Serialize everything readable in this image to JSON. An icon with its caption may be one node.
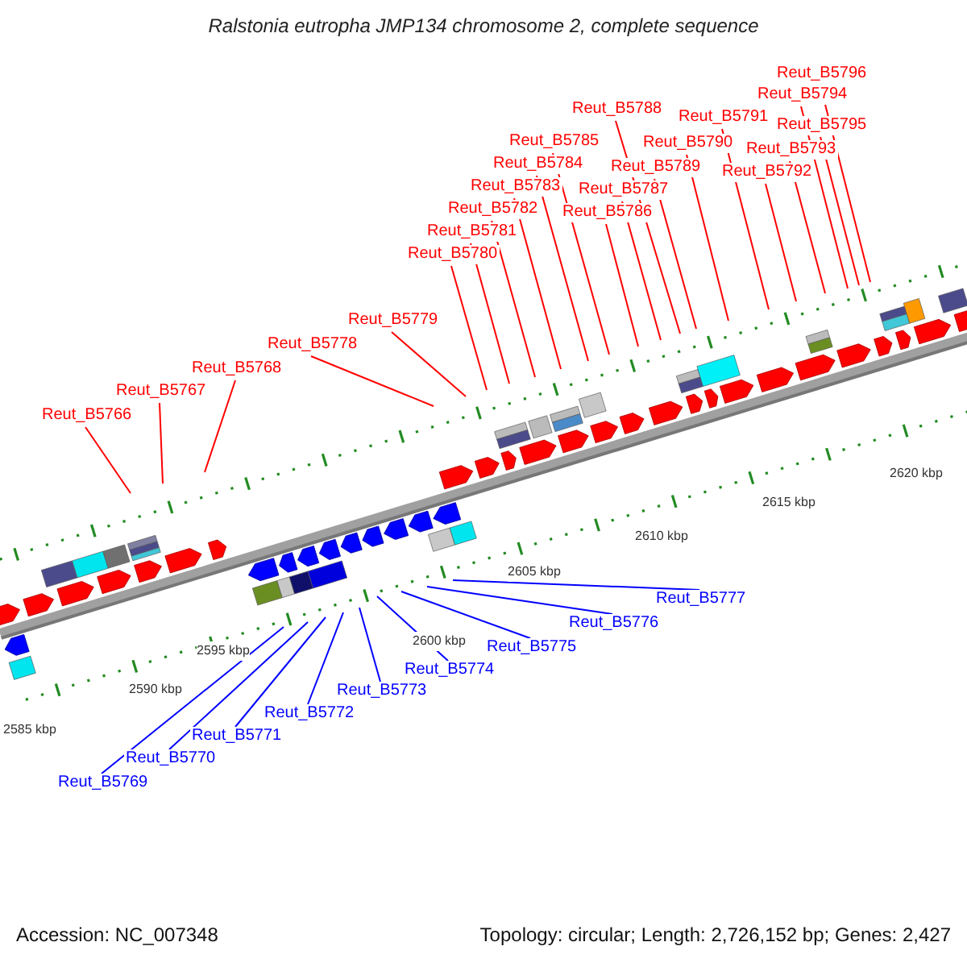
{
  "diagram": {
    "title": "Ralstonia eutropha JMP134 chromosome 2, complete sequence",
    "nodes": [
      {
        "text": [
          "Reut_B5766"
        ]
      },
      {
        "text": [
          "Reut_B5767"
        ]
      },
      {
        "text": [
          "Reut_B5768"
        ]
      },
      {
        "text": [
          "Reut_B5769"
        ]
      },
      {
        "text": [
          "Reut_B5770"
        ]
      },
      {
        "text": [
          "Reut_B5771"
        ]
      },
      {
        "text": [
          "Reut_B5772"
        ]
      },
      {
        "text": [
          "Reut_B5773"
        ]
      },
      {
        "text": [
          "Reut_B5774"
        ]
      },
      {
        "text": [
          "Reut_B5775"
        ]
      },
      {
        "text": [
          "Reut_B5776"
        ]
      },
      {
        "text": [
          "Reut_B5777"
        ]
      },
      {
        "text": [
          "Reut_B5778"
        ]
      },
      {
        "text": [
          "Reut_B5779"
        ]
      },
      {
        "text": [
          "Reut_B5780"
        ]
      },
      {
        "text": [
          "Reut_B5781"
        ]
      },
      {
        "text": [
          "Reut_B5782"
        ]
      },
      {
        "text": [
          "Reut_B5783"
        ]
      },
      {
        "text": [
          "Reut_B5784"
        ]
      },
      {
        "text": [
          "Reut_B5785"
        ]
      },
      {
        "text": [
          "Reut_B5786"
        ]
      },
      {
        "text": [
          "Reut_B5787"
        ]
      },
      {
        "text": [
          "Reut_B5788"
        ]
      },
      {
        "text": [
          "Reut_B5789"
        ]
      },
      {
        "text": [
          "Reut_B5790"
        ]
      },
      {
        "text": [
          "Reut_B5791"
        ]
      },
      {
        "text": [
          "Reut_B5792"
        ]
      },
      {
        "text": [
          "Reut_B5793"
        ]
      },
      {
        "text": [
          "Reut_B5794"
        ]
      },
      {
        "text": [
          "Reut_B5795"
        ]
      },
      {
        "text": [
          "Reut_B5796"
        ]
      }
    ],
    "edges": [
      {
        "from": 0,
        "to": null,
        "arrow": "none"
      },
      {
        "from": 1,
        "to": null,
        "arrow": "none"
      },
      {
        "from": 2,
        "to": null,
        "arrow": "none"
      },
      {
        "from": 3,
        "to": null,
        "arrow": "none",
        "color": "#0000ff"
      },
      {
        "from": 4,
        "to": null,
        "arrow": "none",
        "color": "#0000ff"
      },
      {
        "from": 5,
        "to": null,
        "arrow": "none",
        "color": "#0000ff"
      },
      {
        "from": 6,
        "to": null,
        "arrow": "none",
        "color": "#0000ff"
      },
      {
        "from": 7,
        "to": null,
        "arrow": "none",
        "color": "#0000ff"
      },
      {
        "from": 8,
        "to": null,
        "arrow": "none",
        "color": "#0000ff"
      },
      {
        "from": 9,
        "to": null,
        "arrow": "none",
        "color": "#0000ff"
      },
      {
        "from": 10,
        "to": null,
        "arrow": "none",
        "color": "#0000ff"
      },
      {
        "from": 11,
        "to": null,
        "arrow": "none",
        "color": "#0000ff"
      },
      {
        "from": 12,
        "to": null,
        "arrow": "none"
      },
      {
        "from": 13,
        "to": null,
        "arrow": "none"
      },
      {
        "from": 14,
        "to": null,
        "arrow": "none"
      },
      {
        "from": 15,
        "to": null,
        "arrow": "none"
      },
      {
        "from": 16,
        "to": null,
        "arrow": "none"
      },
      {
        "from": 17,
        "to": null,
        "arrow": "none"
      },
      {
        "from": 18,
        "to": null,
        "arrow": "none"
      },
      {
        "from": 19,
        "to": null,
        "arrow": "none"
      },
      {
        "from": 20,
        "to": null,
        "arrow": "none"
      },
      {
        "from": 21,
        "to": null,
        "arrow": "none"
      },
      {
        "from": 22,
        "to": null,
        "arrow": "none"
      },
      {
        "from": 23,
        "to": null,
        "arrow": "none"
      },
      {
        "from": 24,
        "to": null,
        "arrow": "none"
      },
      {
        "from": 25,
        "to": null,
        "arrow": "none"
      },
      {
        "from": 26,
        "to": null,
        "arrow": "none"
      },
      {
        "from": 27,
        "to": null,
        "arrow": "none"
      },
      {
        "from": 28,
        "to": null,
        "arrow": "none"
      },
      {
        "from": 29,
        "to": null,
        "arrow": "none"
      },
      {
        "from": 30,
        "to": null,
        "arrow": "none"
      }
    ],
    "labels": [
      "2585 kbp",
      "2590 kbp",
      "2595 kbp",
      "2600 kbp",
      "2605 kbp",
      "2610 kbp",
      "2615 kbp",
      "2620 kbp",
      "Accession: NC_007348",
      "Topology: circular; Length: 2,726,152 bp; Genes: 2,427"
    ]
  }
}
